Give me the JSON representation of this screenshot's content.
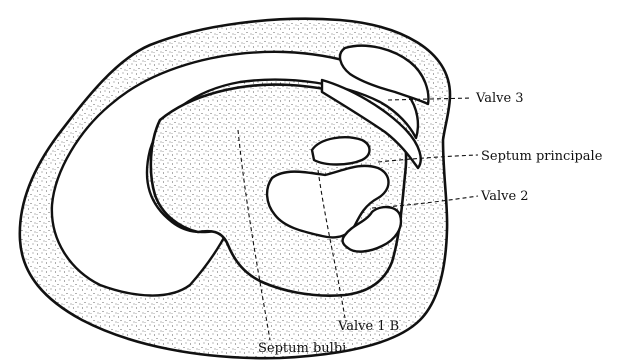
{
  "labels": {
    "valve_3": "Valve 3",
    "septum_principale": "Septum principale",
    "valve_2": "Valve 2",
    "valve_1b": "Valve 1 B",
    "septum_bulbi": "Septum bulbi"
  }
}
